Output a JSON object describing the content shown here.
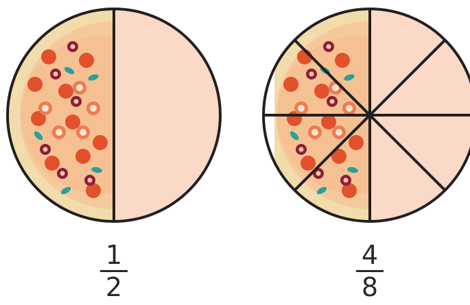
{
  "figure": {
    "pizzas": [
      {
        "name": "pizza-halves",
        "slices": 2,
        "shaded_slices": 1,
        "fraction": {
          "numerator": "1",
          "denominator": "2"
        }
      },
      {
        "name": "pizza-eighths",
        "slices": 8,
        "shaded_slices": 4,
        "fraction": {
          "numerator": "4",
          "denominator": "8"
        }
      }
    ],
    "colors": {
      "empty_half": "#fad9c6",
      "outline": "#231f20",
      "crust": "#f1dcac",
      "cheese": "#f6c99c",
      "sauce": "#f4b382",
      "pepperoni": "#e2502c",
      "olive": "#8c1d3a",
      "basil": "#2aa198"
    }
  }
}
